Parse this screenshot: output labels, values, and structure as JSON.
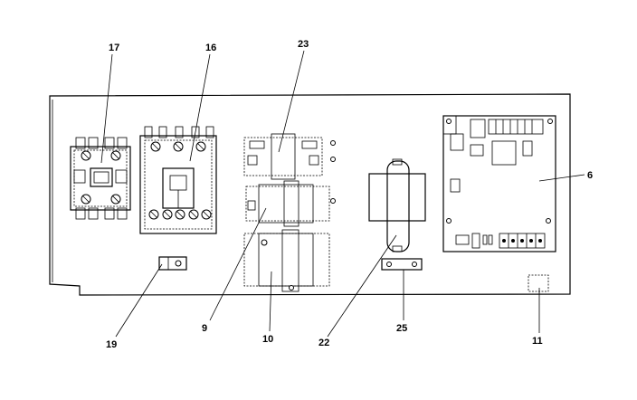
{
  "labels": {
    "contactor_small": "17",
    "contactor_large": "16",
    "relay_top": "23",
    "control_board": "6",
    "terminal": "19",
    "relay_middle": "9",
    "relay_bottom": "10",
    "transformer": "22",
    "bracket": "25",
    "fuse": "11"
  }
}
